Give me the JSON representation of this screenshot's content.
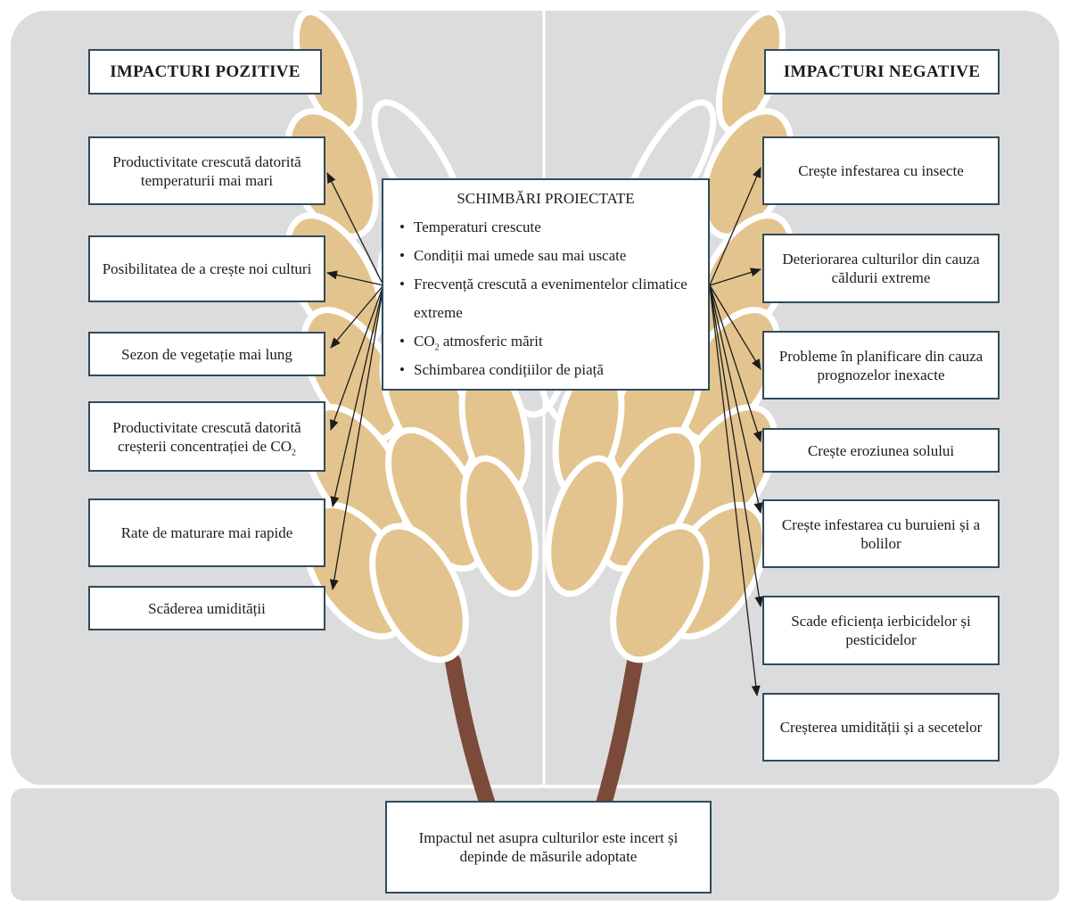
{
  "colors": {
    "panel": "#dcdcdc",
    "grain": "#e3c48e",
    "grain_outline": "#ffffff",
    "stem": "#7b4a3b",
    "border": "#2f4b5c",
    "arrow": "#1c1c1c"
  },
  "positive": {
    "header": "IMPACTURI POZITIVE",
    "items": [
      {
        "pre": "Productivitate crescută datorită temperaturii mai mari",
        "sub": "",
        "post": ""
      },
      {
        "pre": "Posibilitatea de a crește noi culturi",
        "sub": "",
        "post": ""
      },
      {
        "pre": "Sezon de vegetație mai lung",
        "sub": "",
        "post": ""
      },
      {
        "pre": "Productivitate crescută datorită creșterii concentrației de CO",
        "sub": "2",
        "post": ""
      },
      {
        "pre": "Rate de maturare mai rapide",
        "sub": "",
        "post": ""
      },
      {
        "pre": "Scăderea umidității",
        "sub": "",
        "post": ""
      }
    ]
  },
  "negative": {
    "header": "IMPACTURI NEGATIVE",
    "items": [
      "Crește infestarea cu insecte",
      "Deteriorarea culturilor din cauza căldurii extreme",
      "Probleme în planificare din cauza prognozelor inexacte",
      "Crește eroziunea solului",
      "Crește infestarea cu buruieni și a bolilor",
      "Scade eficiența ierbicidelor și pesticidelor",
      "Creșterea umidității și a secetelor"
    ]
  },
  "center": {
    "title": "SCHIMBĂRI PROIECTATE",
    "bullets": [
      {
        "pre": "Temperaturi crescute",
        "sub": "",
        "post": ""
      },
      {
        "pre": "Condiții mai umede sau mai uscate",
        "sub": "",
        "post": ""
      },
      {
        "pre": "Frecvență crescută a evenimentelor climatice extreme",
        "sub": "",
        "post": ""
      },
      {
        "pre": "CO",
        "sub": "2",
        "post": " atmosferic mărit"
      },
      {
        "pre": "Schimbarea condițiilor de piață",
        "sub": "",
        "post": ""
      }
    ]
  },
  "bottom": {
    "text": "Impactul net asupra culturilor este incert și depinde de măsurile adoptate"
  }
}
